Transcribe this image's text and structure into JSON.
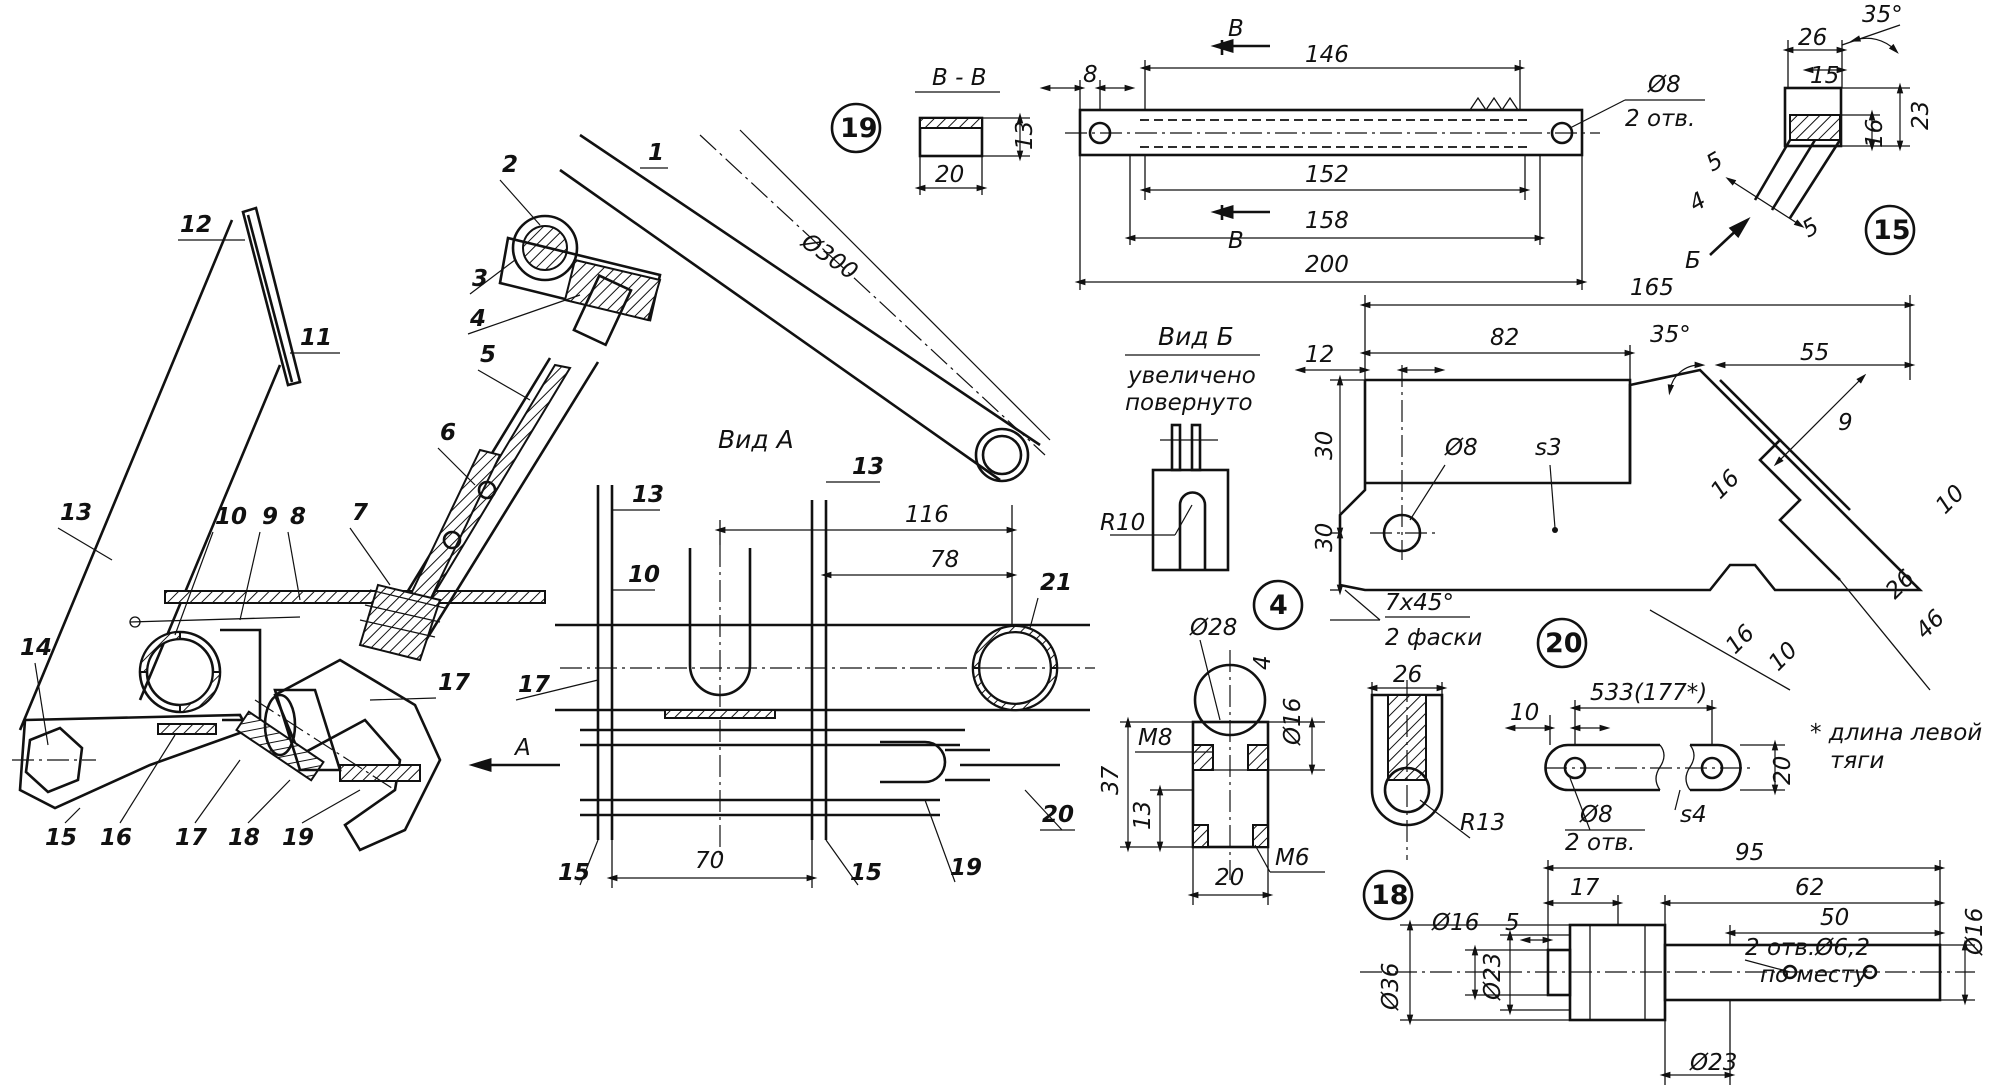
{
  "parts": [
    "1",
    "2",
    "3",
    "4",
    "5",
    "6",
    "7",
    "8",
    "9",
    "10",
    "11",
    "12",
    "13",
    "14",
    "15",
    "16",
    "17",
    "18",
    "19",
    "20",
    "21"
  ],
  "views": {
    "view_a": "Вид А",
    "view_a_arrow": "А",
    "view_b_title": "Вид Б",
    "view_b_note1": "увеличено",
    "view_b_note2": "повернуто",
    "section_bb": "В - В",
    "section_b_letter": "В",
    "arrow_b_letter": "Б"
  },
  "main": {
    "d300": "Ø300"
  },
  "view_a": {
    "d116": "116",
    "d78": "78",
    "d70": "70"
  },
  "detail19": {
    "num": "19",
    "d20": "20",
    "d13": "13",
    "d8": "8",
    "d146": "146",
    "d152": "152",
    "d158": "158",
    "d200": "200",
    "hole_dia": "Ø8",
    "hole_qty": "2 отв."
  },
  "detail15": {
    "num": "15",
    "d26": "26",
    "d15": "15",
    "angle": "35°",
    "d16": "16",
    "d23": "23",
    "d5a": "5",
    "d4": "4",
    "d5b": "5"
  },
  "bracket": {
    "d165": "165",
    "d82": "82",
    "d55": "55",
    "angle": "35°",
    "d12": "12",
    "d30a": "30",
    "d30b": "30",
    "hole": "Ø8",
    "thickness": "s3",
    "chamfer": "7х45°",
    "chamfer_note": "2 фаски",
    "d9": "9",
    "d16a": "16",
    "d10a": "10",
    "d26": "26",
    "d46": "46",
    "d16b": "16",
    "d10b": "10"
  },
  "view_b": {
    "r10": "R10"
  },
  "detail4": {
    "num": "4",
    "d28": "Ø28",
    "d4": "4",
    "d16": "Ø16",
    "m8": "M8",
    "d37": "37",
    "d13": "13",
    "m6": "M6",
    "d20": "20",
    "d26": "26",
    "r13": "R13"
  },
  "detail20": {
    "num": "20",
    "length": "533(177*)",
    "d10": "10",
    "d20": "20",
    "hole": "Ø8",
    "hole_qty": "2 отв.",
    "thickness": "s4",
    "note1": "* длина левой",
    "note2": "тяги"
  },
  "detail18": {
    "num": "18",
    "d95": "95",
    "d17": "17",
    "d62": "62",
    "d50": "50",
    "d16a": "Ø16",
    "d5": "5",
    "holes": "2 отв.Ø6,2",
    "holes_note": "по месту",
    "d16b": "Ø16",
    "d36": "Ø36",
    "d23a": "Ø23",
    "d23b": "Ø23"
  }
}
